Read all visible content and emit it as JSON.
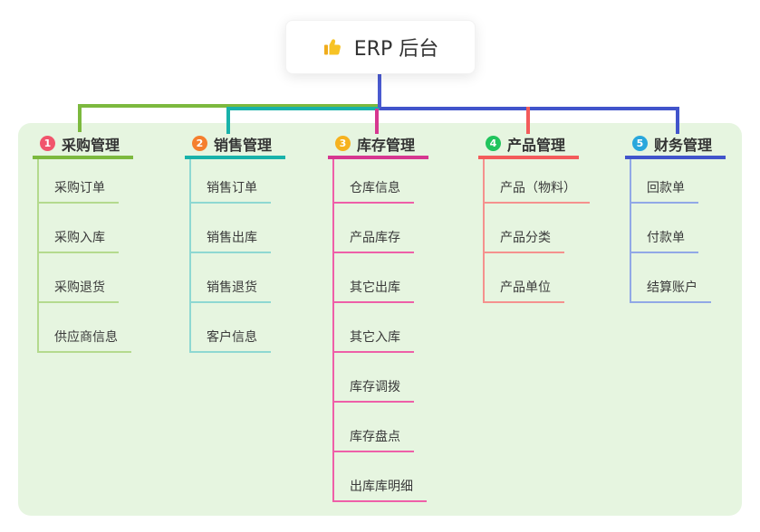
{
  "root": {
    "label": "ERP 后台",
    "icon": "thumbs-up-icon"
  },
  "branches": [
    {
      "num": "1",
      "label": "采购管理",
      "line_color": "#7cb93e",
      "child_line_color": "#b4da8e",
      "badge_color": "#f1556c",
      "children": [
        "采购订单",
        "采购入库",
        "采购退货",
        "供应商信息"
      ]
    },
    {
      "num": "2",
      "label": "销售管理",
      "line_color": "#18b2aa",
      "child_line_color": "#8ed8d2",
      "badge_color": "#f57f2e",
      "children": [
        "销售订单",
        "销售出库",
        "销售退货",
        "客户信息"
      ]
    },
    {
      "num": "3",
      "label": "库存管理",
      "line_color": "#d63790",
      "child_line_color": "#ee5fa8",
      "badge_color": "#f6b21f",
      "children": [
        "仓库信息",
        "产品库存",
        "其它出库",
        "其它入库",
        "库存调拨",
        "库存盘点",
        "出库库明细"
      ]
    },
    {
      "num": "4",
      "label": "产品管理",
      "line_color": "#f35b5b",
      "child_line_color": "#f5918e",
      "badge_color": "#21c45d",
      "children": [
        "产品（物料）",
        "产品分类",
        "产品单位"
      ]
    },
    {
      "num": "5",
      "label": "财务管理",
      "line_color": "#4154cb",
      "child_line_color": "#91a8e6",
      "badge_color": "#29a7dc",
      "children": [
        "回款单",
        "付款单",
        "结算账户"
      ]
    }
  ],
  "colors": {
    "root_stem": "#4a5ad0",
    "panel_background": "#e6f5e0",
    "card_background": "#ffffff",
    "text": "#333333",
    "thumb_icon": "#f7c325"
  }
}
